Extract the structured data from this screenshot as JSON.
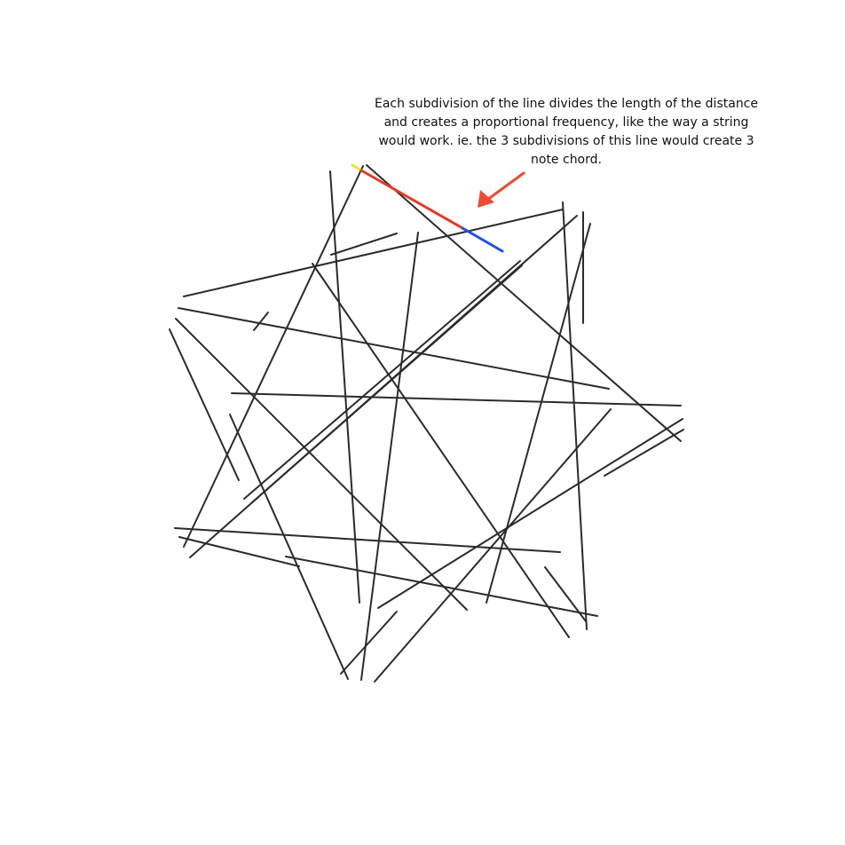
{
  "annotation": {
    "lines": [
      "Each subdivision of the line divides the length of the distance",
      "and creates a proportional frequency, like the way a string",
      "would work.  ie. the 3 subdivisions of this line would create 3",
      "note chord."
    ]
  },
  "colors": {
    "line": "#2b2b2b",
    "segment_red": "#e63a26",
    "segment_blue": "#2450e0",
    "segment_yellow": "#f2e233",
    "arrow": "#ef4a33",
    "background": "#ffffff"
  },
  "highlighted_line": {
    "subdivisions": 3,
    "segment_colors": [
      "yellow",
      "red",
      "blue"
    ]
  }
}
